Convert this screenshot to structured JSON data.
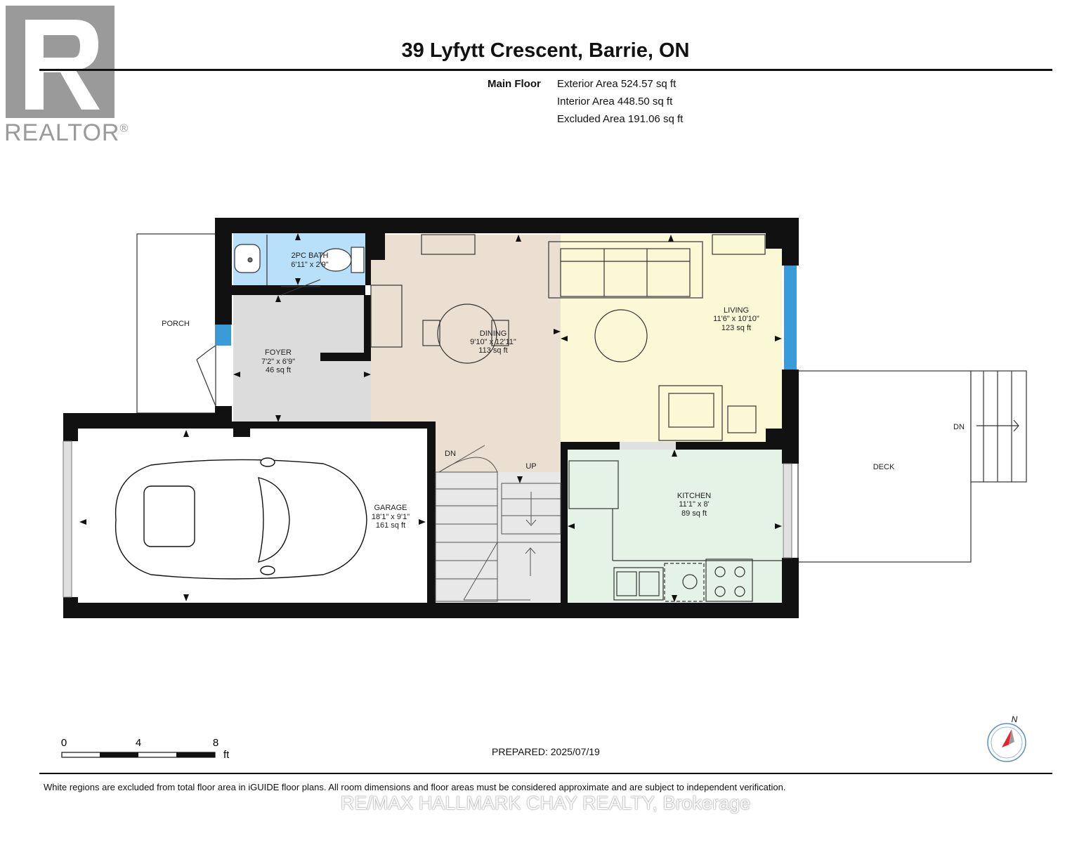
{
  "header": {
    "title": "39 Lyfytt Crescent, Barrie, ON",
    "floor_label": "Main Floor",
    "exterior_area": "Exterior Area 524.57 sq ft",
    "interior_area": "Interior Area 448.50 sq ft",
    "excluded_area": "Excluded Area 191.06 sq ft"
  },
  "logo": {
    "icon": "realtor-r-logo",
    "text": "REALTOR",
    "registered": "®",
    "color": "#9a9a9a"
  },
  "rooms": {
    "bath": {
      "name": "2PC BATH",
      "dim": "6'11\" x 2'9\"",
      "color": "#b8e0fb"
    },
    "foyer": {
      "name": "FOYER",
      "dim": "7'2\" x 6'9\"",
      "area": "46 sq ft",
      "color": "#dcdcdc"
    },
    "dining": {
      "name": "DINING",
      "dim": "9'10\" x 12'11\"",
      "area": "113 sq ft",
      "color": "#eadfd0"
    },
    "living": {
      "name": "LIVING",
      "dim": "11'6\" x 10'10\"",
      "area": "123 sq ft",
      "color": "#fbf8d6"
    },
    "kitchen": {
      "name": "KITCHEN",
      "dim": "11'1\" x 8'",
      "area": "89 sq ft",
      "color": "#e5f3e6"
    },
    "garage": {
      "name": "GARAGE",
      "dim": "18'1\" x 9'1\"",
      "area": "161 sq ft"
    },
    "porch": {
      "name": "PORCH"
    },
    "deck": {
      "name": "DECK"
    }
  },
  "stairs": {
    "down": "DN",
    "up": "UP",
    "deck_down": "DN"
  },
  "scale": {
    "labels": [
      "0",
      "4",
      "8"
    ],
    "unit": "ft"
  },
  "compass": {
    "label": "N",
    "icon": "compass-icon",
    "accent": "#e3242b"
  },
  "prepared": "PREPARED: 2025/07/19",
  "footer": {
    "note": "White regions are excluded from total floor area in iGUIDE floor plans. All room dimensions and floor areas must be considered approximate and are subject to independent verification.",
    "brokerage": "RE/MAX HALLMARK CHAY REALTY, Brokerage"
  },
  "colors": {
    "wall": "#111111",
    "window": "#3a9bd9"
  }
}
